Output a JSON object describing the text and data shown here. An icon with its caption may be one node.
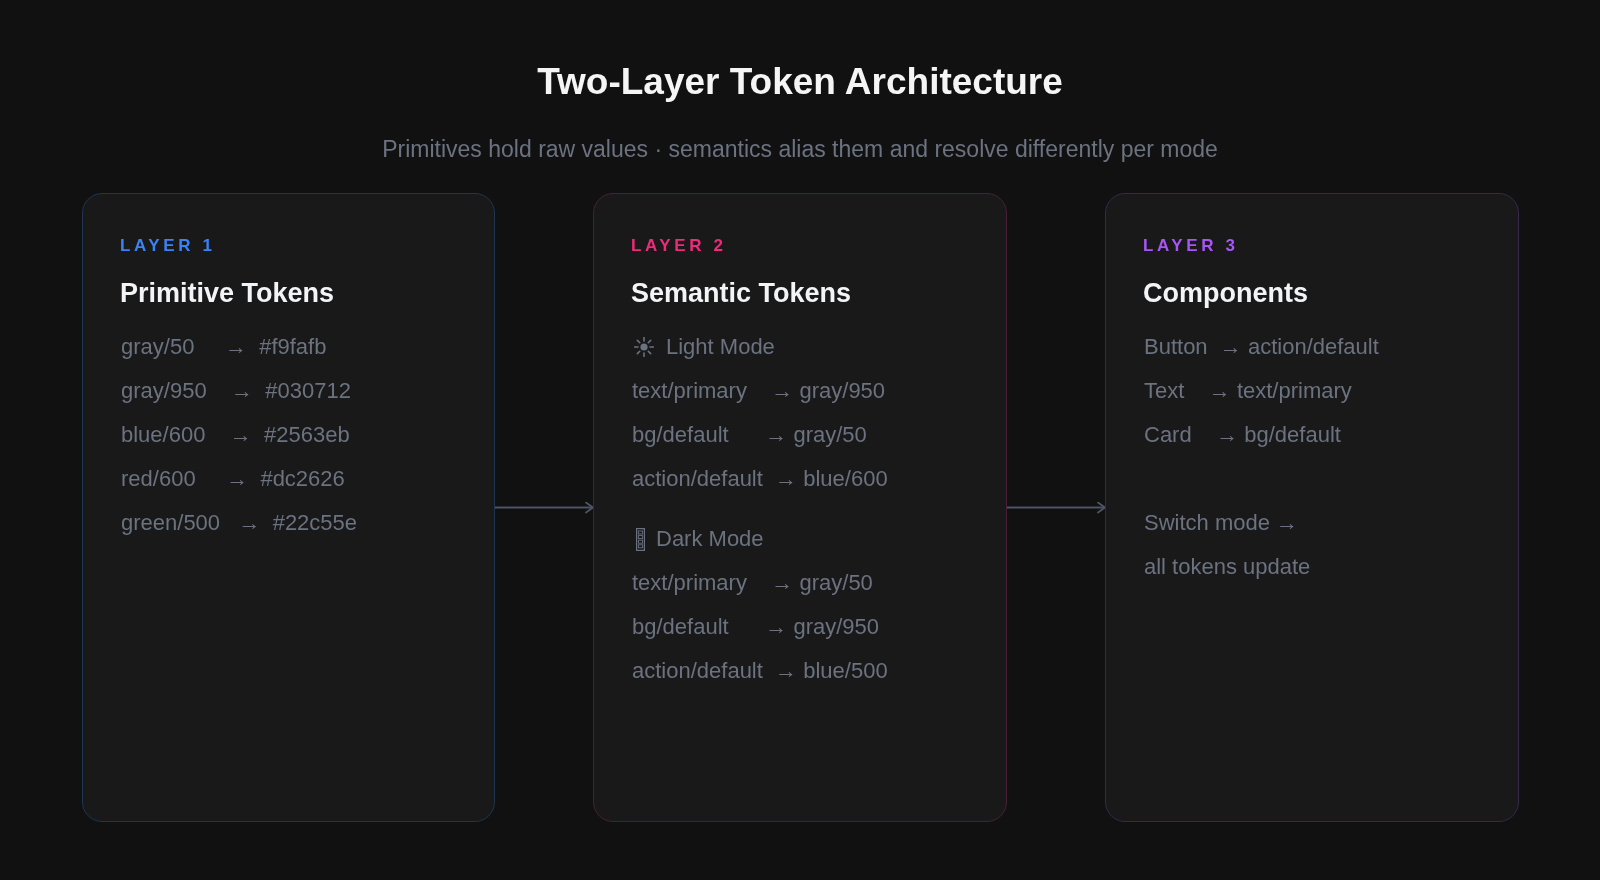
{
  "diagram": {
    "title": "Two-Layer Token Architecture",
    "nodes": [
      {
        "text": [
          "LAYER 1",
          "Primitive Tokens",
          "gray/50     →  #f9fafb",
          "gray/950    →  #030712",
          "blue/600    →  #2563eb",
          "red/600     →  #dc2626",
          "green/500   →  #22c55e"
        ]
      },
      {
        "text": [
          "LAYER 2",
          "Semantic Tokens",
          "Light Mode",
          "text/primary    → gray/950",
          "bg/default      → gray/50",
          "action/default  → blue/600",
          "Dark Mode",
          "text/primary    → gray/50",
          "bg/default      → gray/950",
          "action/default  → blue/500"
        ]
      },
      {
        "text": [
          "LAYER 3",
          "Components",
          "Button  → action/default",
          "Text    → text/primary",
          "Card    → bg/default",
          "Switch mode →",
          "all tokens update"
        ]
      }
    ],
    "edges": [
      {
        "from": 0,
        "to": 1,
        "arrow": "to"
      },
      {
        "from": 1,
        "to": 2,
        "arrow": "to"
      }
    ],
    "labels": [
      "Primitives hold raw values · semantics alias them and resolve differently per mode"
    ]
  }
}
